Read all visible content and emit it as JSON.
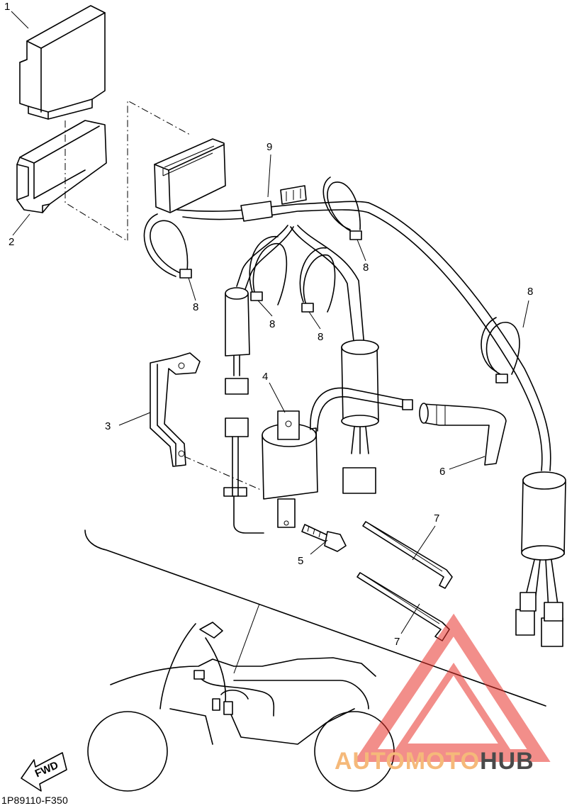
{
  "callouts": [
    {
      "id": "1",
      "text": "1"
    },
    {
      "id": "2",
      "text": "2"
    },
    {
      "id": "3",
      "text": "3"
    },
    {
      "id": "4",
      "text": "4"
    },
    {
      "id": "5",
      "text": "5"
    },
    {
      "id": "6",
      "text": "6"
    },
    {
      "id": "7a",
      "text": "7"
    },
    {
      "id": "7b",
      "text": "7"
    },
    {
      "id": "8a",
      "text": "8"
    },
    {
      "id": "8b",
      "text": "8"
    },
    {
      "id": "8c",
      "text": "8"
    },
    {
      "id": "8d",
      "text": "8"
    },
    {
      "id": "8e",
      "text": "8"
    },
    {
      "id": "9",
      "text": "9"
    }
  ],
  "fwd_label": "FWD",
  "diagram_code": "1P89110-F350",
  "watermark": {
    "part1": "AUTOMOTO",
    "part2": "HUB",
    "color_triangle": "#e8322b",
    "color_text1": "#f5b97a",
    "color_text2": "#4a4a4a"
  }
}
